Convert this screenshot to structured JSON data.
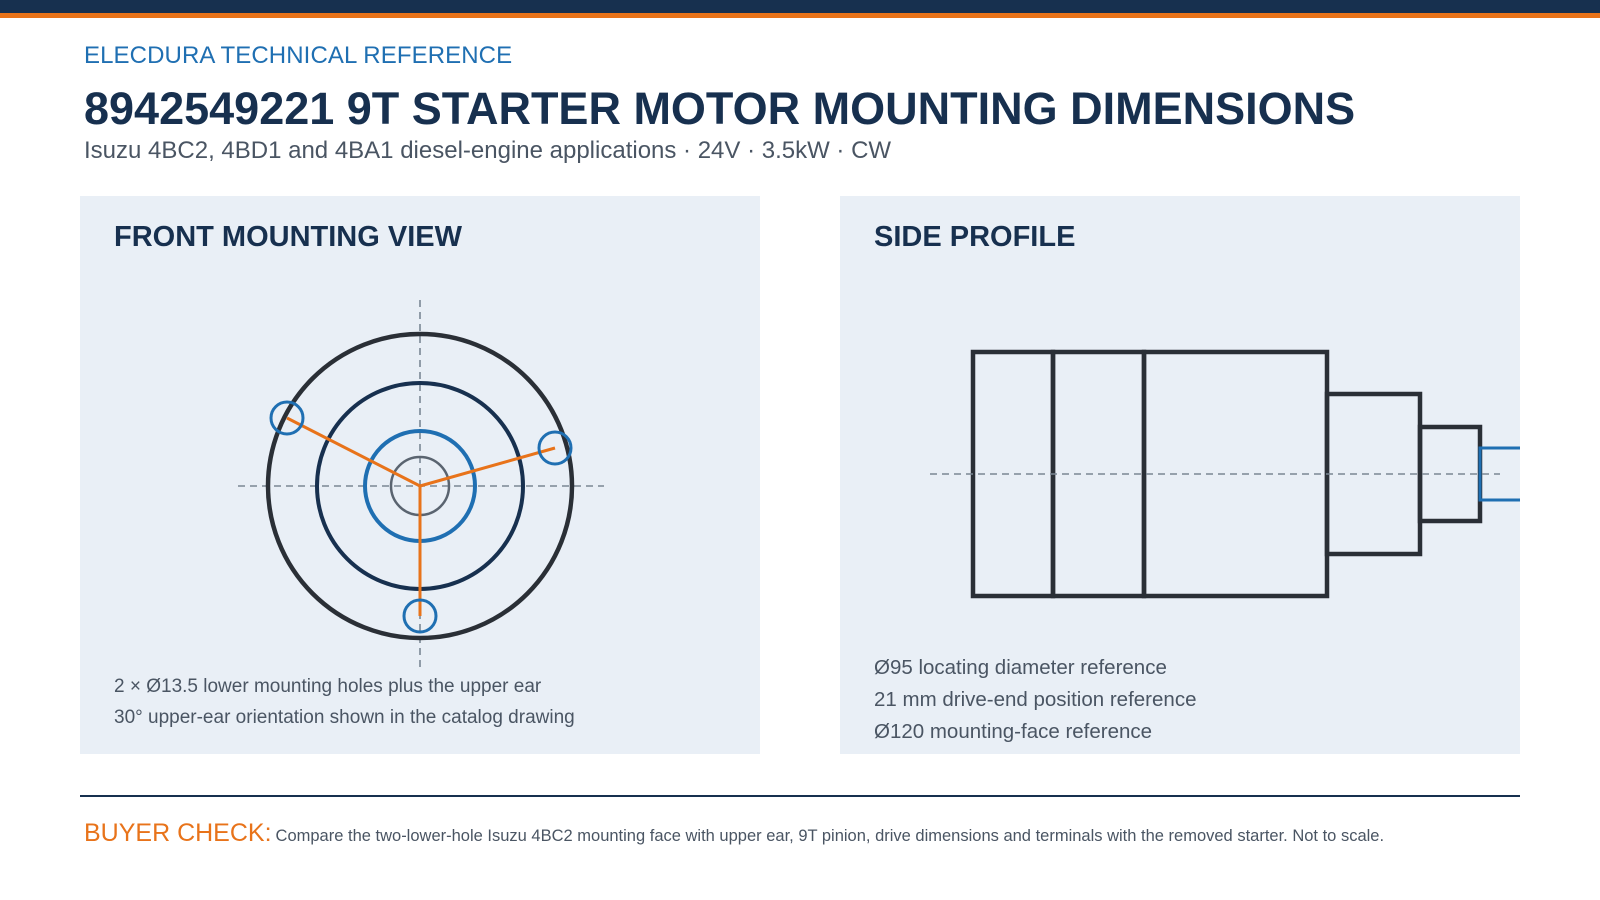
{
  "colors": {
    "navy": "#17304f",
    "orange": "#e8731a",
    "accent_blue": "#1f6fb2",
    "panel_bg": "#e9eff6",
    "dark_stroke": "#2a2f36",
    "gray_text": "#4a5563",
    "dash_gray": "#7b8794",
    "hub_gray": "#5a6470"
  },
  "header": {
    "eyebrow": "ELECDURA TECHNICAL REFERENCE",
    "title": "8942549221 9T STARTER MOTOR MOUNTING DIMENSIONS",
    "subtitle": "Isuzu 4BC2, 4BD1 and 4BA1 diesel-engine applications · 24V · 3.5kW · CW"
  },
  "front_view": {
    "title": "FRONT MOUNTING VIEW",
    "notes": [
      "2 × Ø13.5 lower mounting holes plus the upper ear",
      "30° upper-ear orientation shown in the catalog drawing"
    ]
  },
  "side_profile": {
    "title": "SIDE PROFILE",
    "notes": [
      "Ø95 locating diameter reference",
      "21 mm drive-end position reference",
      "Ø120 mounting-face reference"
    ]
  },
  "footer": {
    "label": "BUYER CHECK:",
    "text": "Compare the two-lower-hole Isuzu 4BC2 mounting face with upper ear, 9T pinion, drive dimensions and terminals with the removed starter. Not to scale."
  }
}
